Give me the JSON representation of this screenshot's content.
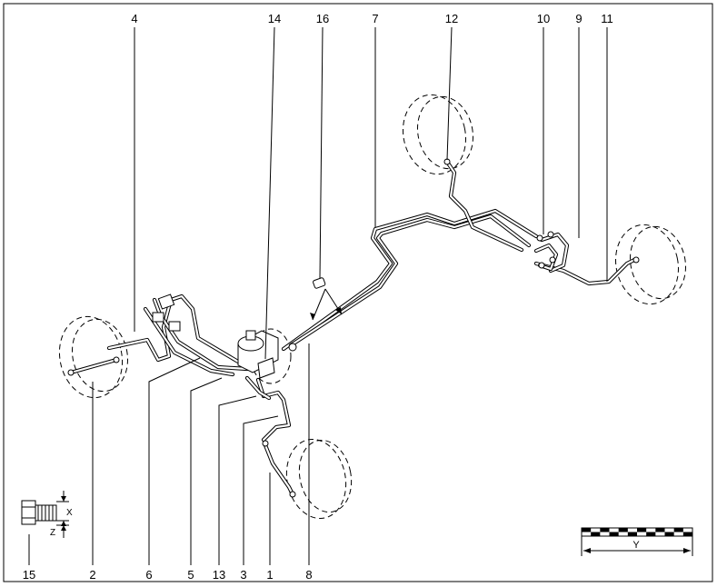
{
  "callouts": {
    "n1": "1",
    "n2": "2",
    "n3": "3",
    "n4": "4",
    "n5": "5",
    "n6": "6",
    "n7": "7",
    "n8": "8",
    "n9": "9",
    "n10": "10",
    "n11": "11",
    "n12": "12",
    "n13": "13",
    "n14": "14",
    "n15": "15",
    "n16": "16"
  },
  "dimensions": {
    "x": "X",
    "z": "Z",
    "y": "Y"
  }
}
